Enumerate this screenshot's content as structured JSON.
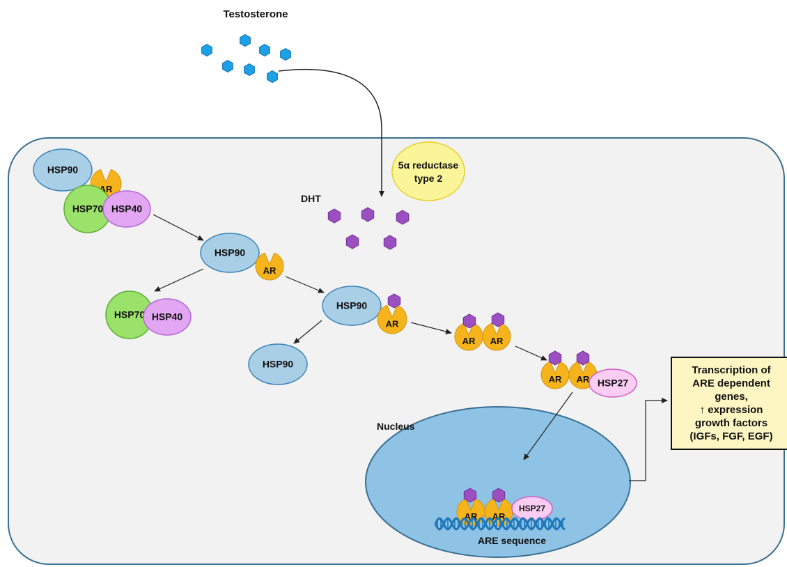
{
  "labels": {
    "testosterone": "Testosterone",
    "dht": "DHT",
    "enzyme_line1": "5α reductase",
    "enzyme_line2": "type 2",
    "nucleus": "Nucleus",
    "are_sequence": "ARE sequence",
    "hsp90": "HSP90",
    "hsp70": "HSP70",
    "hsp40": "HSP40",
    "hsp27": "HSP27",
    "ar": "AR"
  },
  "outcome": {
    "lines": [
      "Transcription of",
      "ARE dependent",
      "genes,",
      "↑ expression",
      "growth factors",
      "(IGFs, FGF, EGF)"
    ]
  },
  "colors": {
    "hsp90": "#a9cfe6",
    "hsp70": "#9be26b",
    "hsp40": "#e2a6f2",
    "hsp27": "#fbcdf3",
    "ar": "#f5b41c",
    "dht": "#9b4fc0",
    "testosterone": "#1ea0e6",
    "enzyme": "#fbf59a",
    "nucleus": "#8fc3e6",
    "cell": "#f2f2f2"
  }
}
